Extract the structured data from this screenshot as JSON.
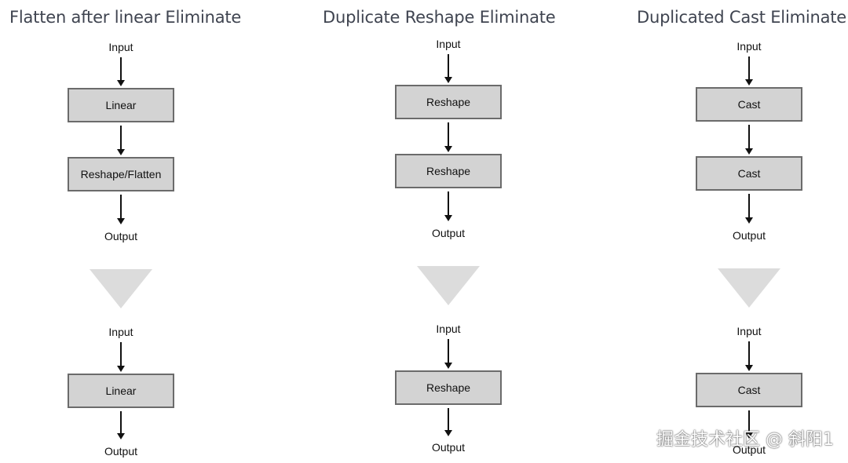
{
  "titles": [
    "Flatten after linear Eliminate",
    "Duplicate Reshape Eliminate",
    "Duplicated Cast Eliminate"
  ],
  "columns": [
    {
      "before": {
        "input": "Input",
        "nodes": [
          "Linear",
          "Reshape/Flatten"
        ],
        "output": "Output"
      },
      "after": {
        "input": "Input",
        "nodes": [
          "Linear"
        ],
        "output": "Output"
      }
    },
    {
      "before": {
        "input": "Input",
        "nodes": [
          "Reshape",
          "Reshape"
        ],
        "output": "Output"
      },
      "after": {
        "input": "Input",
        "nodes": [
          "Reshape"
        ],
        "output": "Output"
      }
    },
    {
      "before": {
        "input": "Input",
        "nodes": [
          "Cast",
          "Cast"
        ],
        "output": "Output"
      },
      "after": {
        "input": "Input",
        "nodes": [
          "Cast"
        ],
        "output": "Output"
      }
    }
  ],
  "watermark": "掘金技术社区 @ 斜阳1",
  "colors": {
    "node_fill": "#d3d3d3",
    "node_border": "#6b6b6b",
    "big_arrow": "#dcdcdc",
    "title": "#3f4450"
  }
}
